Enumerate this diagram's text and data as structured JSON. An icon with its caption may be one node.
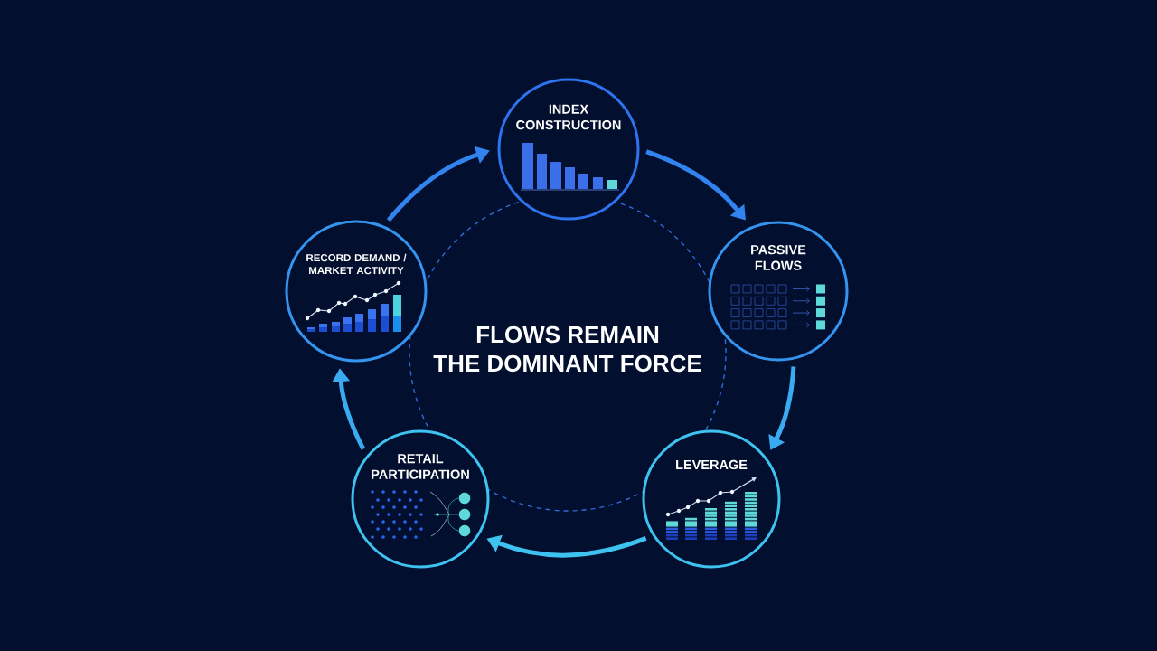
{
  "diagram": {
    "nodes": [
      {
        "text": [
          "INDEX CONSTRUCTION"
        ]
      },
      {
        "text": [
          "PASSIVE FLOWS"
        ]
      },
      {
        "text": [
          "LEVERAGE"
        ]
      },
      {
        "text": [
          "RETAIL PARTICIPATION"
        ]
      },
      {
        "text": [
          "RECORD DEMAND / MARKET ACTIVITY"
        ]
      },
      {
        "text": [
          "FLOWS REMAIN THE DOMINANT FORCE"
        ]
      }
    ],
    "edges": [
      {
        "from": 0,
        "to": 1,
        "arrow": "to"
      },
      {
        "from": 1,
        "to": 2,
        "arrow": "to"
      },
      {
        "from": 2,
        "to": 3,
        "arrow": "to"
      },
      {
        "from": 3,
        "to": 4,
        "arrow": "to"
      },
      {
        "from": 4,
        "to": 0,
        "arrow": "to"
      }
    ]
  }
}
